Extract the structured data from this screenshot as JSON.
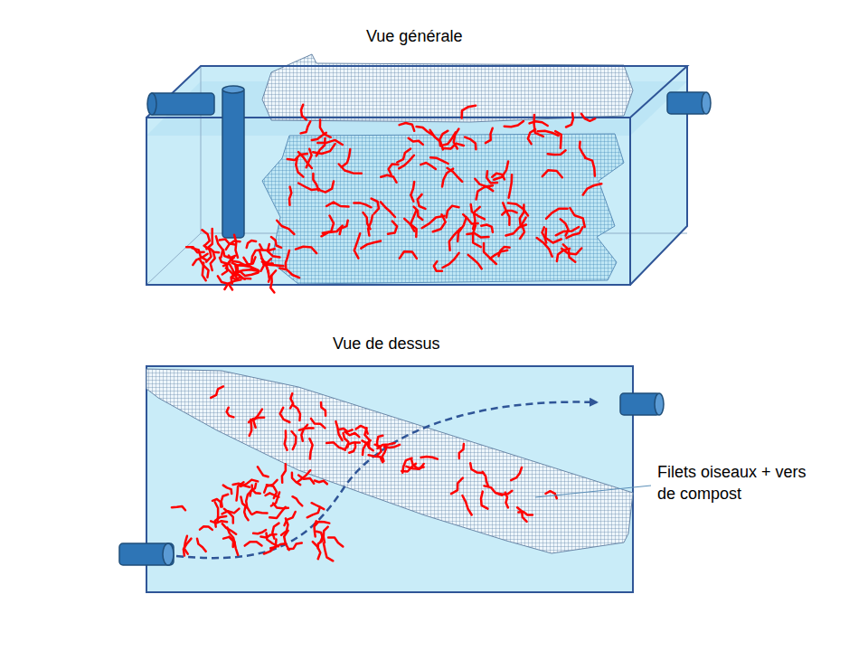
{
  "diagram": {
    "labels": [
      "Vue générale",
      "Vue de dessus",
      "Filets oiseaux + vers de compost"
    ]
  }
}
